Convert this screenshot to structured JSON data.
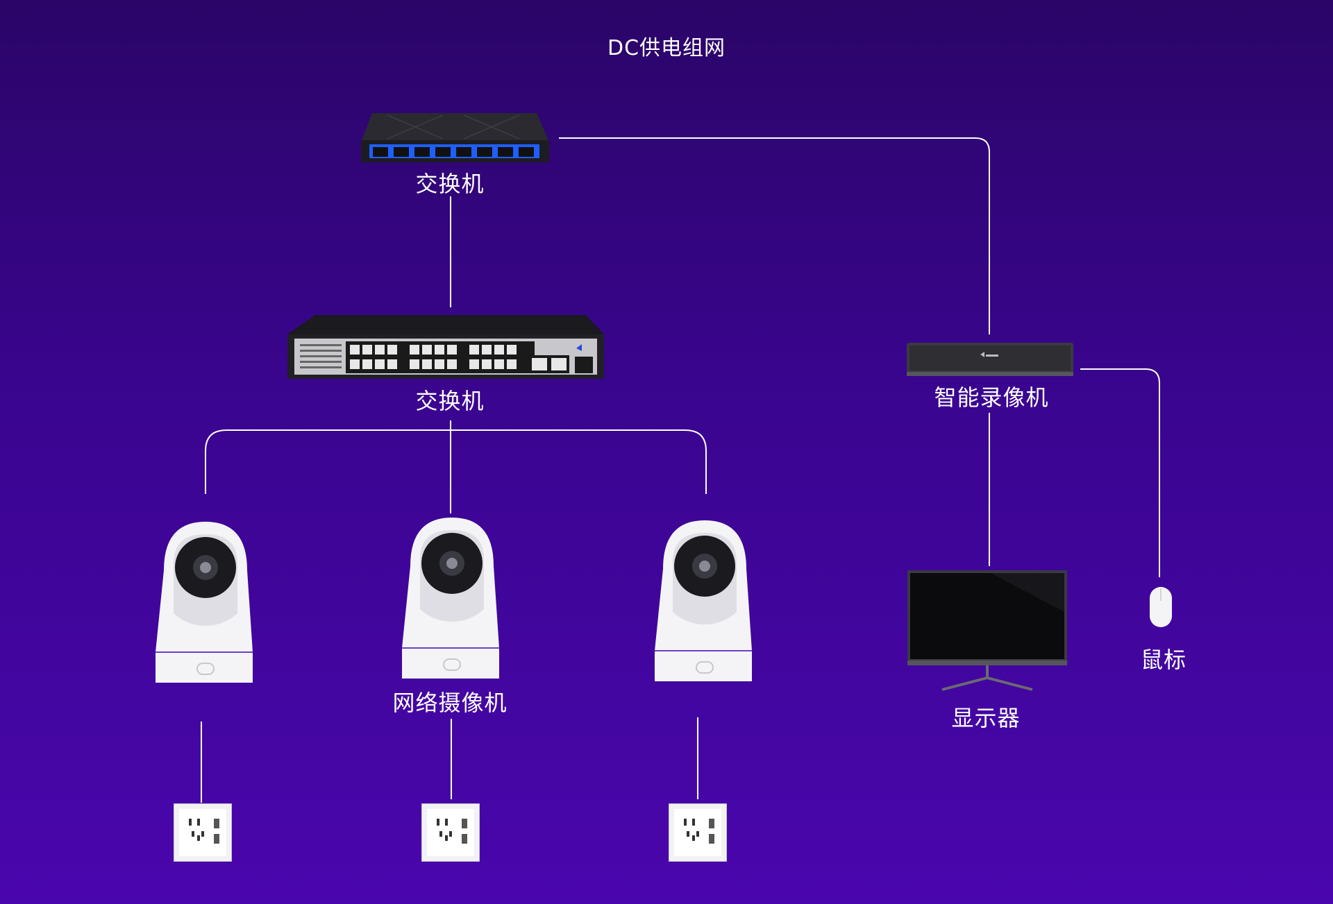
{
  "title": "DC供电组网",
  "labels": {
    "top_switch": "交换机",
    "poe_switch": "交换机",
    "cameras": "网络摄像机",
    "nvr": "智能录像机",
    "monitor": "显示器",
    "mouse": "鼠标"
  },
  "colors": {
    "background_top": "#2b0568",
    "background_bottom": "#4a06ad",
    "wire": "#ffffff",
    "switch_port_accent": "#1f5fff"
  },
  "icons": [
    "switch-icon",
    "poe-switch-icon",
    "camera-icon",
    "power-socket-icon",
    "nvr-icon",
    "monitor-icon",
    "mouse-icon"
  ]
}
